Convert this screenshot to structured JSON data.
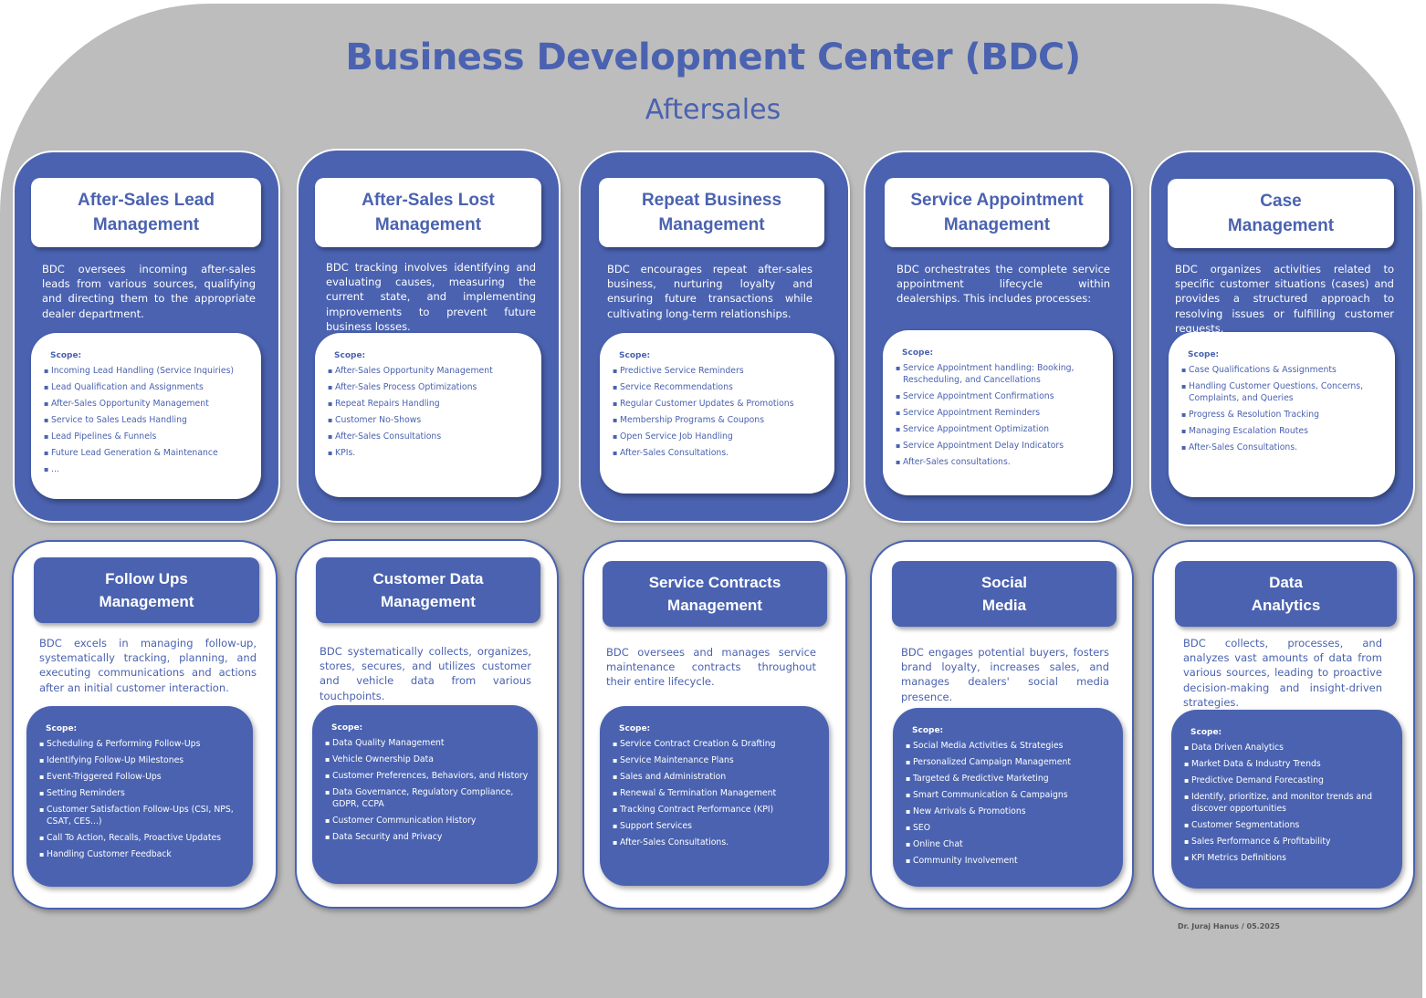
{
  "header": {
    "title": "Business Development Center (BDC)",
    "subtitle": "Aftersales"
  },
  "scope_label": "Scope:",
  "cards": [
    {
      "title": "After-Sales Lead\nManagement",
      "description": "BDC oversees incoming after-sales leads from various sources, qualifying and directing them to the appropriate dealer department.",
      "scope": [
        "Incoming Lead Handling (Service Inquiries)",
        "Lead Qualification and Assignments",
        "After-Sales Opportunity Management",
        "Service to Sales Leads Handling",
        "Lead Pipelines & Funnels",
        "Future Lead Generation & Maintenance",
        "..."
      ]
    },
    {
      "title": "After-Sales Lost\nManagement",
      "description": "BDC tracking involves identifying and evaluating causes, measuring the current state, and implementing improvements to prevent future business losses.",
      "scope": [
        "After-Sales Opportunity Management",
        "After-Sales Process Optimizations",
        "Repeat Repairs Handling",
        "Customer No-Shows",
        "After-Sales Consultations",
        "KPIs."
      ]
    },
    {
      "title": "Repeat Business\nManagement",
      "description": "BDC encourages repeat after-sales business, nurturing loyalty and ensuring future transactions while cultivating long-term relationships.",
      "scope": [
        "Predictive Service Reminders",
        "Service Recommendations",
        "Regular Customer Updates & Promotions",
        "Membership Programs & Coupons",
        "Open Service Job Handling",
        "After-Sales Consultations."
      ]
    },
    {
      "title": "Service Appointment\nManagement",
      "description": "BDC orchestrates the complete service appointment lifecycle within dealerships. This includes processes:",
      "scope": [
        "Service Appointment handling: Booking, Rescheduling, and Cancellations",
        "Service Appointment Confirmations",
        "Service Appointment Reminders",
        "Service Appointment Optimization",
        "Service Appointment Delay Indicators",
        "After-Sales consultations."
      ]
    },
    {
      "title": "Case\nManagement",
      "description": "BDC organizes activities related to specific customer situations (cases) and provides a structured approach to resolving issues or fulfilling customer requests.",
      "scope": [
        "Case Qualifications & Assignments",
        "Handling Customer Questions, Concerns, Complaints, and Queries",
        "Progress & Resolution Tracking",
        "Managing Escalation Routes",
        "After-Sales Consultations."
      ]
    },
    {
      "title": "Follow Ups\nManagement",
      "description": "BDC excels in managing follow-up, systematically tracking, planning, and executing communications and actions after an initial customer interaction.",
      "scope": [
        "Scheduling & Performing Follow-Ups",
        "Identifying Follow-Up Milestones",
        "Event-Triggered Follow-Ups",
        "Setting Reminders",
        "Customer Satisfaction Follow-Ups (CSI, NPS, CSAT, CES...)",
        "Call To Action, Recalls, Proactive Updates",
        "Handling Customer Feedback"
      ]
    },
    {
      "title": "Customer Data\nManagement",
      "description": "BDC systematically collects, organizes, stores, secures, and utilizes customer and vehicle data from various touchpoints.",
      "scope": [
        "Data Quality Management",
        "Vehicle Ownership Data",
        "Customer Preferences, Behaviors, and History",
        "Data Governance, Regulatory Compliance, GDPR, CCPA",
        "Customer Communication History",
        "Data Security and Privacy"
      ]
    },
    {
      "title": "Service Contracts\nManagement",
      "description": "BDC oversees and manages service maintenance contracts throughout their entire lifecycle.",
      "scope": [
        "Service Contract Creation & Drafting",
        "Service Maintenance Plans",
        "Sales and Administration",
        "Renewal & Termination Management",
        "Tracking Contract Performance (KPI)",
        "Support Services",
        "After-Sales Consultations."
      ]
    },
    {
      "title": "Social\nMedia",
      "description": "BDC engages potential buyers, fosters brand loyalty, increases sales, and manages dealers' social media presence.",
      "scope": [
        "Social Media Activities & Strategies",
        "Personalized Campaign Management",
        "Targeted & Predictive Marketing",
        "Smart Communication & Campaigns",
        "New Arrivals & Promotions",
        "SEO",
        "Online Chat",
        "Community Involvement"
      ]
    },
    {
      "title": "Data\nAnalytics",
      "description": "BDC collects, processes, and analyzes vast amounts of data from various sources, leading to proactive decision-making and insight-driven strategies.",
      "scope": [
        "Data Driven Analytics",
        "Market Data & Industry Trends",
        "Predictive Demand Forecasting",
        "Identify, prioritize, and monitor trends and discover opportunities",
        "Customer Segmentations",
        "Sales Performance & Profitability",
        "KPI Metrics Definitions"
      ]
    }
  ],
  "author": "Dr. Juraj Hanus / 05.2025"
}
